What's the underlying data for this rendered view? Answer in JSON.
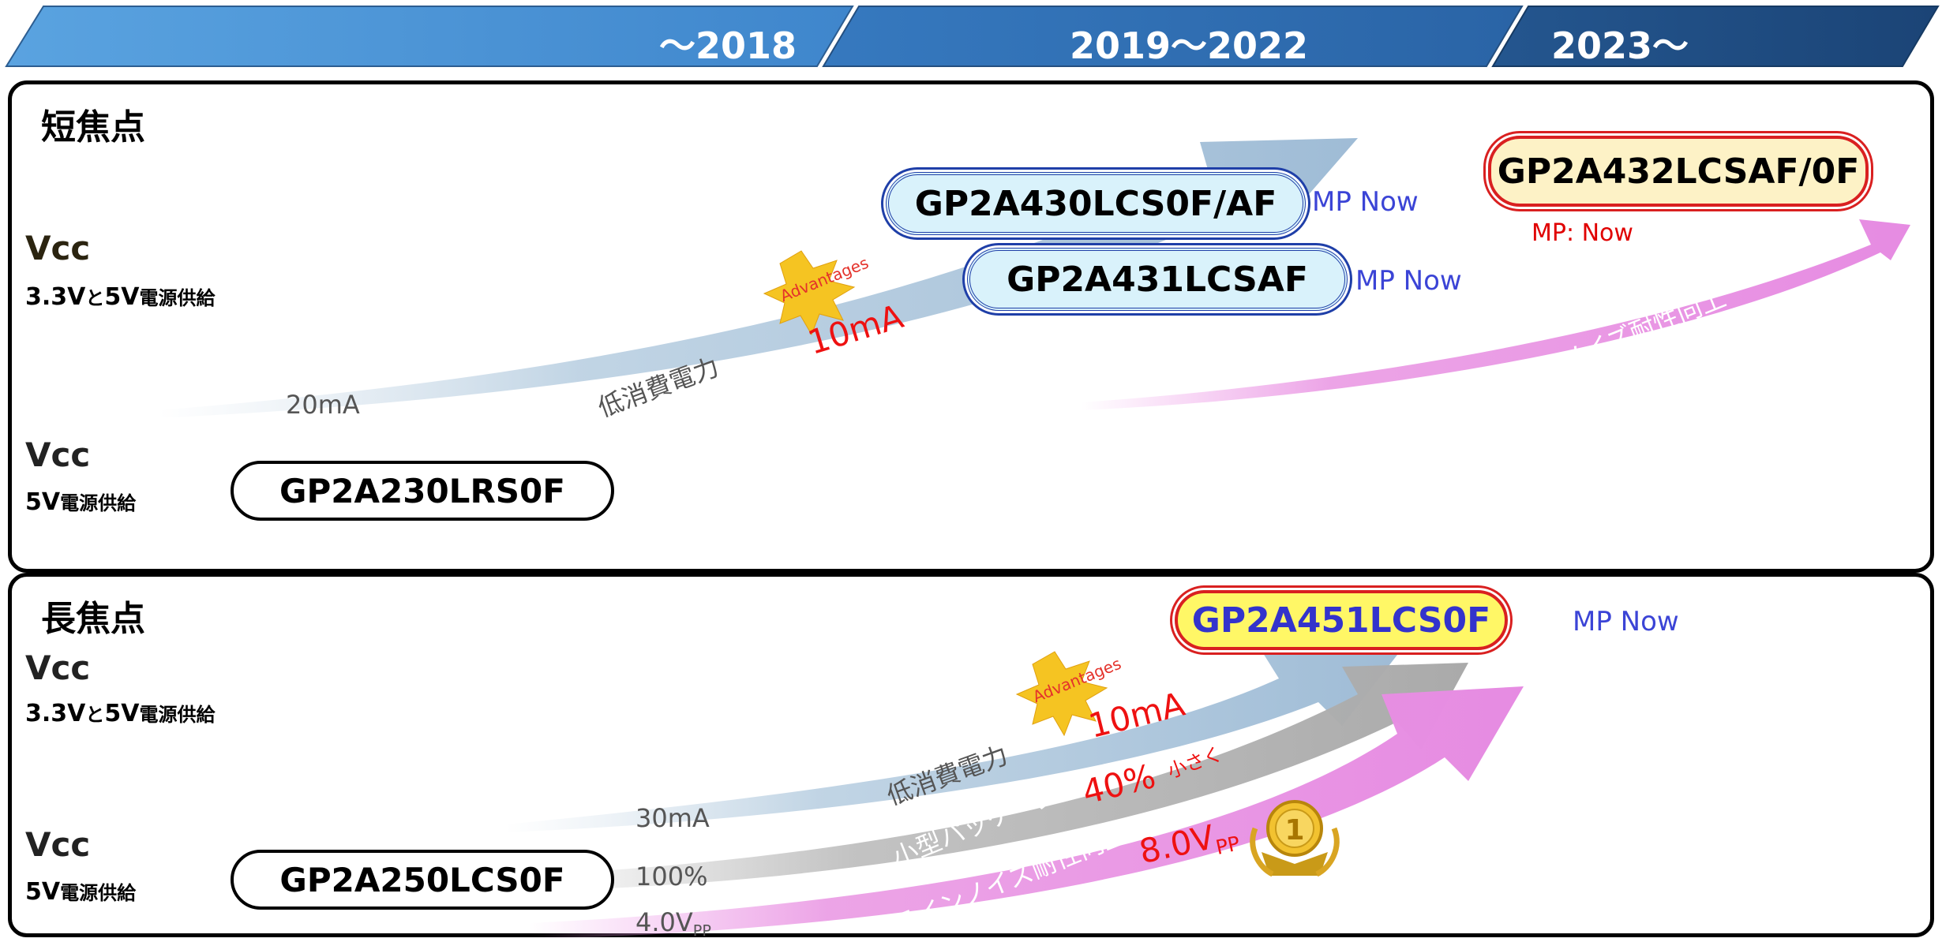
{
  "timeline": {
    "periods": [
      "～2018",
      "2019～2022",
      "2023～"
    ]
  },
  "sections": [
    {
      "title": "短焦点",
      "vcc_upper": {
        "vcc": "Vcc",
        "supply_a": "3.3V",
        "supply_and": "と",
        "supply_b": "5V",
        "supply_suffix": "電源供給"
      },
      "vcc_lower": {
        "vcc": "Vcc",
        "supply_a": "5V",
        "supply_suffix": "電源供給"
      },
      "products": {
        "base": "GP2A230LRS0F",
        "p430": "GP2A430LCS0F/AF",
        "p431": "GP2A431LCSAF",
        "p432": "GP2A432LCSAF/0F"
      },
      "status": {
        "p430": "MP Now",
        "p431": "MP Now",
        "p432": "MP: Now"
      },
      "arrow_labels": {
        "low_power": "低消費電力",
        "noise": "ラインノイズ耐性向上"
      },
      "values": {
        "current_before": "20mA",
        "current_after": "10mA"
      },
      "badge": "Advantages"
    },
    {
      "title": "長焦点",
      "vcc_upper": {
        "vcc": "Vcc",
        "supply_a": "3.3V",
        "supply_and": "と",
        "supply_b": "5V",
        "supply_suffix": "電源供給"
      },
      "vcc_lower": {
        "vcc": "Vcc",
        "supply_a": "5V",
        "supply_suffix": "電源供給"
      },
      "products": {
        "base": "GP2A250LCS0F",
        "p451": "GP2A451LCS0F"
      },
      "status": {
        "p451": "MP Now"
      },
      "arrow_labels": {
        "low_power": "低消費電力",
        "package": "小型パッケージ",
        "noise": "ラインノイズ耐性向上"
      },
      "values": {
        "current_before": "30mA",
        "current_after": "10mA",
        "size_before": "100%",
        "size_after": "40%",
        "size_note": "小さく",
        "noise_before_main": "4.0V",
        "noise_before_sub": "PP",
        "noise_after_main": "8.0V",
        "noise_after_sub": "PP"
      },
      "badge": "Advantages"
    }
  ],
  "colors": {
    "timeline_light": "#4f95d6",
    "timeline_mid": "#2f6fb3",
    "timeline_dark": "#1d4b80",
    "arrow_blue": "#a9c6dc",
    "arrow_gray": "#b3b3b3",
    "arrow_pink": "#e89ae6",
    "mp_blue": "#3b44d6",
    "highlight_red": "#ee1111"
  }
}
